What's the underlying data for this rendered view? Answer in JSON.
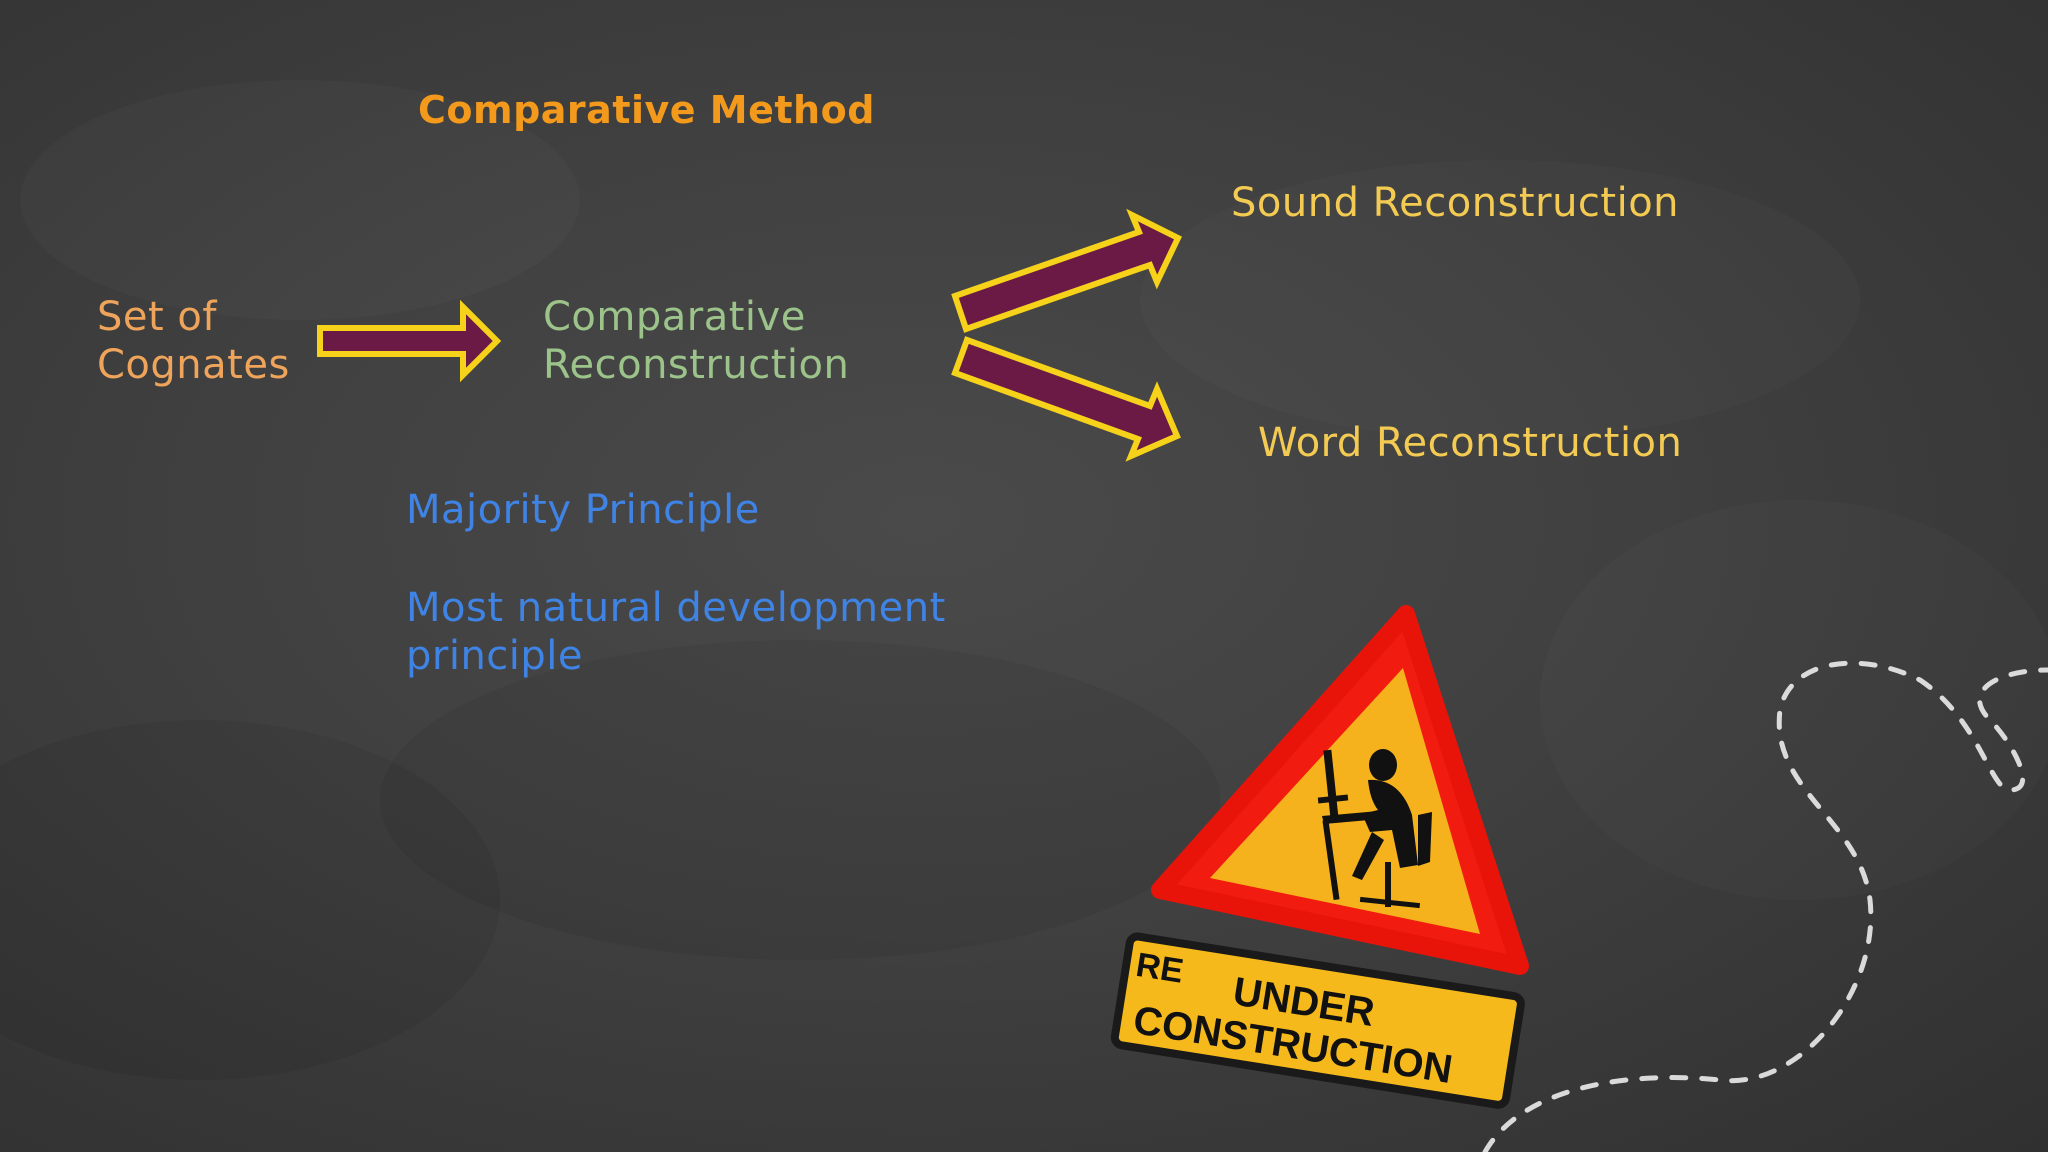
{
  "slide": {
    "title": "Comparative Method",
    "nodes": {
      "set_of_cognates": "Set of Cognates",
      "comparative_reconstruction": "Comparative Reconstruction",
      "sound_reconstruction": "Sound Reconstruction",
      "word_reconstruction": "Word Reconstruction"
    },
    "principles": [
      "Majority Principle",
      "Most natural development principle"
    ],
    "sign": {
      "prefix": "RE",
      "line1": "UNDER",
      "line2": "CONSTRUCTION"
    }
  },
  "colors": {
    "background": "#404040",
    "title": "#f39a1c",
    "cognates": "#eea45a",
    "comparative_reconstruction": "#9cc48a",
    "reconstruction_outputs": "#f4cb52",
    "principles": "#3f84e5",
    "arrow_fill": "#6b1a45",
    "arrow_outline": "#f7d21a"
  },
  "icons": [
    "arrow-right-icon",
    "under-construction-sign-icon",
    "chalk-dashed-loop-icon"
  ]
}
